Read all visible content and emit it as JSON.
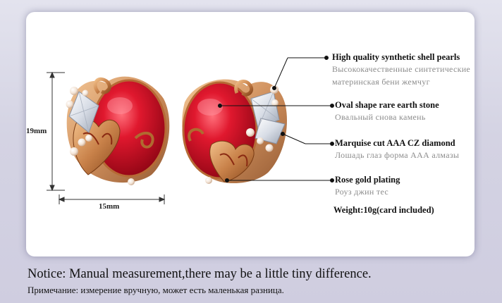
{
  "dimensions": {
    "height": "19mm",
    "width": "15mm"
  },
  "annotations": [
    {
      "en": "High quality synthetic shell pearls",
      "ru": "Высококачественные синтетические материнская бени жемчуг"
    },
    {
      "en": "Oval shape rare earth stone",
      "ru": "Овальный снова камень"
    },
    {
      "en": "Marquise cut AAA CZ diamond",
      "ru": "Лошадь глаз форма ААА алмазы"
    },
    {
      "en": "Rose gold plating",
      "ru": "Роуз джин тес"
    }
  ],
  "weight": "Weight:10g(card included)",
  "notice": {
    "en": "Notice: Manual measurement,there may be a little tiny difference.",
    "ru": "Примечание: измерение вручную, может есть маленькая разница."
  },
  "colors": {
    "stone": "#c8102e",
    "gold": "#c9824a",
    "pearl": "#f3e4d6",
    "background": "#d6d5e6"
  }
}
